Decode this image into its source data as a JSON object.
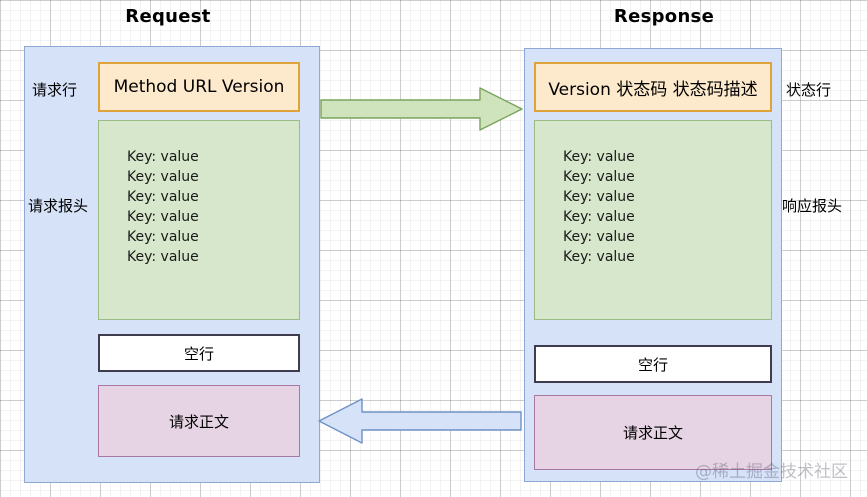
{
  "diagram": {
    "titles": {
      "request": "Request",
      "response": "Response"
    },
    "watermark": "@稀土掘金技术社区",
    "colors": {
      "panel_fill": "#d6e2f7",
      "panel_border": "#8ea9d4",
      "startline_fill": "#fde9cc",
      "startline_border": "#e0a33b",
      "headers_fill": "#d7e7cb",
      "headers_border": "#9dbb86",
      "blankline_fill": "#ffffff",
      "blankline_border": "#3d3d4e",
      "body_fill": "#e6d4e4",
      "body_border": "#a878a5",
      "arrow_request": "#cfe3bd",
      "arrow_response": "#d6e2f7"
    },
    "request": {
      "start_line": "Method URL Version",
      "start_line_label": "请求行",
      "headers_label": "请求报头",
      "headers": [
        "Key: value",
        "Key: value",
        "Key: value",
        "Key: value",
        "Key: value",
        "Key: value"
      ],
      "blank_line": "空行",
      "body": "请求正文"
    },
    "response": {
      "start_line": "Version 状态码 状态码描述",
      "start_line_label": "状态行",
      "headers_label": "响应报头",
      "headers": [
        "Key: value",
        "Key: value",
        "Key: value",
        "Key: value",
        "Key: value",
        "Key: value"
      ],
      "blank_line": "空行",
      "body": "请求正文"
    },
    "arrows": {
      "request_flow_direction": "right",
      "response_flow_direction": "left"
    }
  }
}
